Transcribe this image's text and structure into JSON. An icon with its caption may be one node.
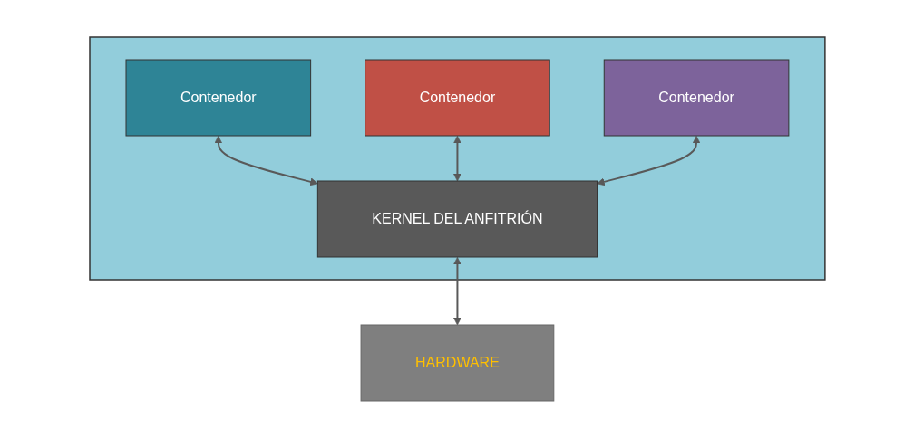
{
  "diagram": {
    "nodes": [
      {
        "text": [],
        "shape": "box"
      },
      {
        "text": [
          "Contenedor"
        ],
        "in": 0
      },
      {
        "text": [
          "Contenedor"
        ],
        "in": 0
      },
      {
        "text": [
          "Contenedor"
        ],
        "in": 0
      },
      {
        "text": [
          "KERNEL DEL ANFITRIÓN"
        ],
        "in": 0
      },
      {
        "text": [
          "HARDWARE"
        ]
      }
    ],
    "edges": [
      {
        "from": 1,
        "to": 4,
        "arrow": "both"
      },
      {
        "from": 2,
        "to": 4,
        "arrow": "both"
      },
      {
        "from": 3,
        "to": 4,
        "arrow": "both"
      },
      {
        "from": 4,
        "to": 5,
        "arrow": "both"
      }
    ]
  }
}
